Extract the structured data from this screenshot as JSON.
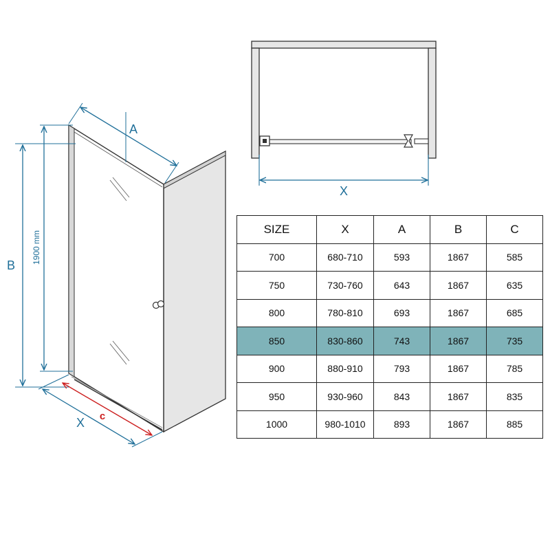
{
  "labels": {
    "dim_a": "A",
    "dim_b": "B",
    "dim_x_side": "X",
    "dim_x_top": "X",
    "dim_c": "c",
    "height": "1900 mm"
  },
  "table": {
    "headers": [
      "SIZE",
      "X",
      "A",
      "B",
      "C"
    ],
    "rows": [
      [
        "700",
        "680-710",
        "593",
        "1867",
        "585"
      ],
      [
        "750",
        "730-760",
        "643",
        "1867",
        "635"
      ],
      [
        "800",
        "780-810",
        "693",
        "1867",
        "685"
      ],
      [
        "850",
        "830-860",
        "743",
        "1867",
        "735"
      ],
      [
        "900",
        "880-910",
        "793",
        "1867",
        "785"
      ],
      [
        "950",
        "930-960",
        "843",
        "1867",
        "835"
      ],
      [
        "1000",
        "980-1010",
        "893",
        "1867",
        "885"
      ]
    ],
    "highlight_size": "850",
    "highlight_color": "#7fb3b9"
  },
  "colors": {
    "dimension": "#1f6f99",
    "dimension_c": "#cc1e1e",
    "outline": "#333333",
    "wall_fill": "#e6e6e6"
  }
}
